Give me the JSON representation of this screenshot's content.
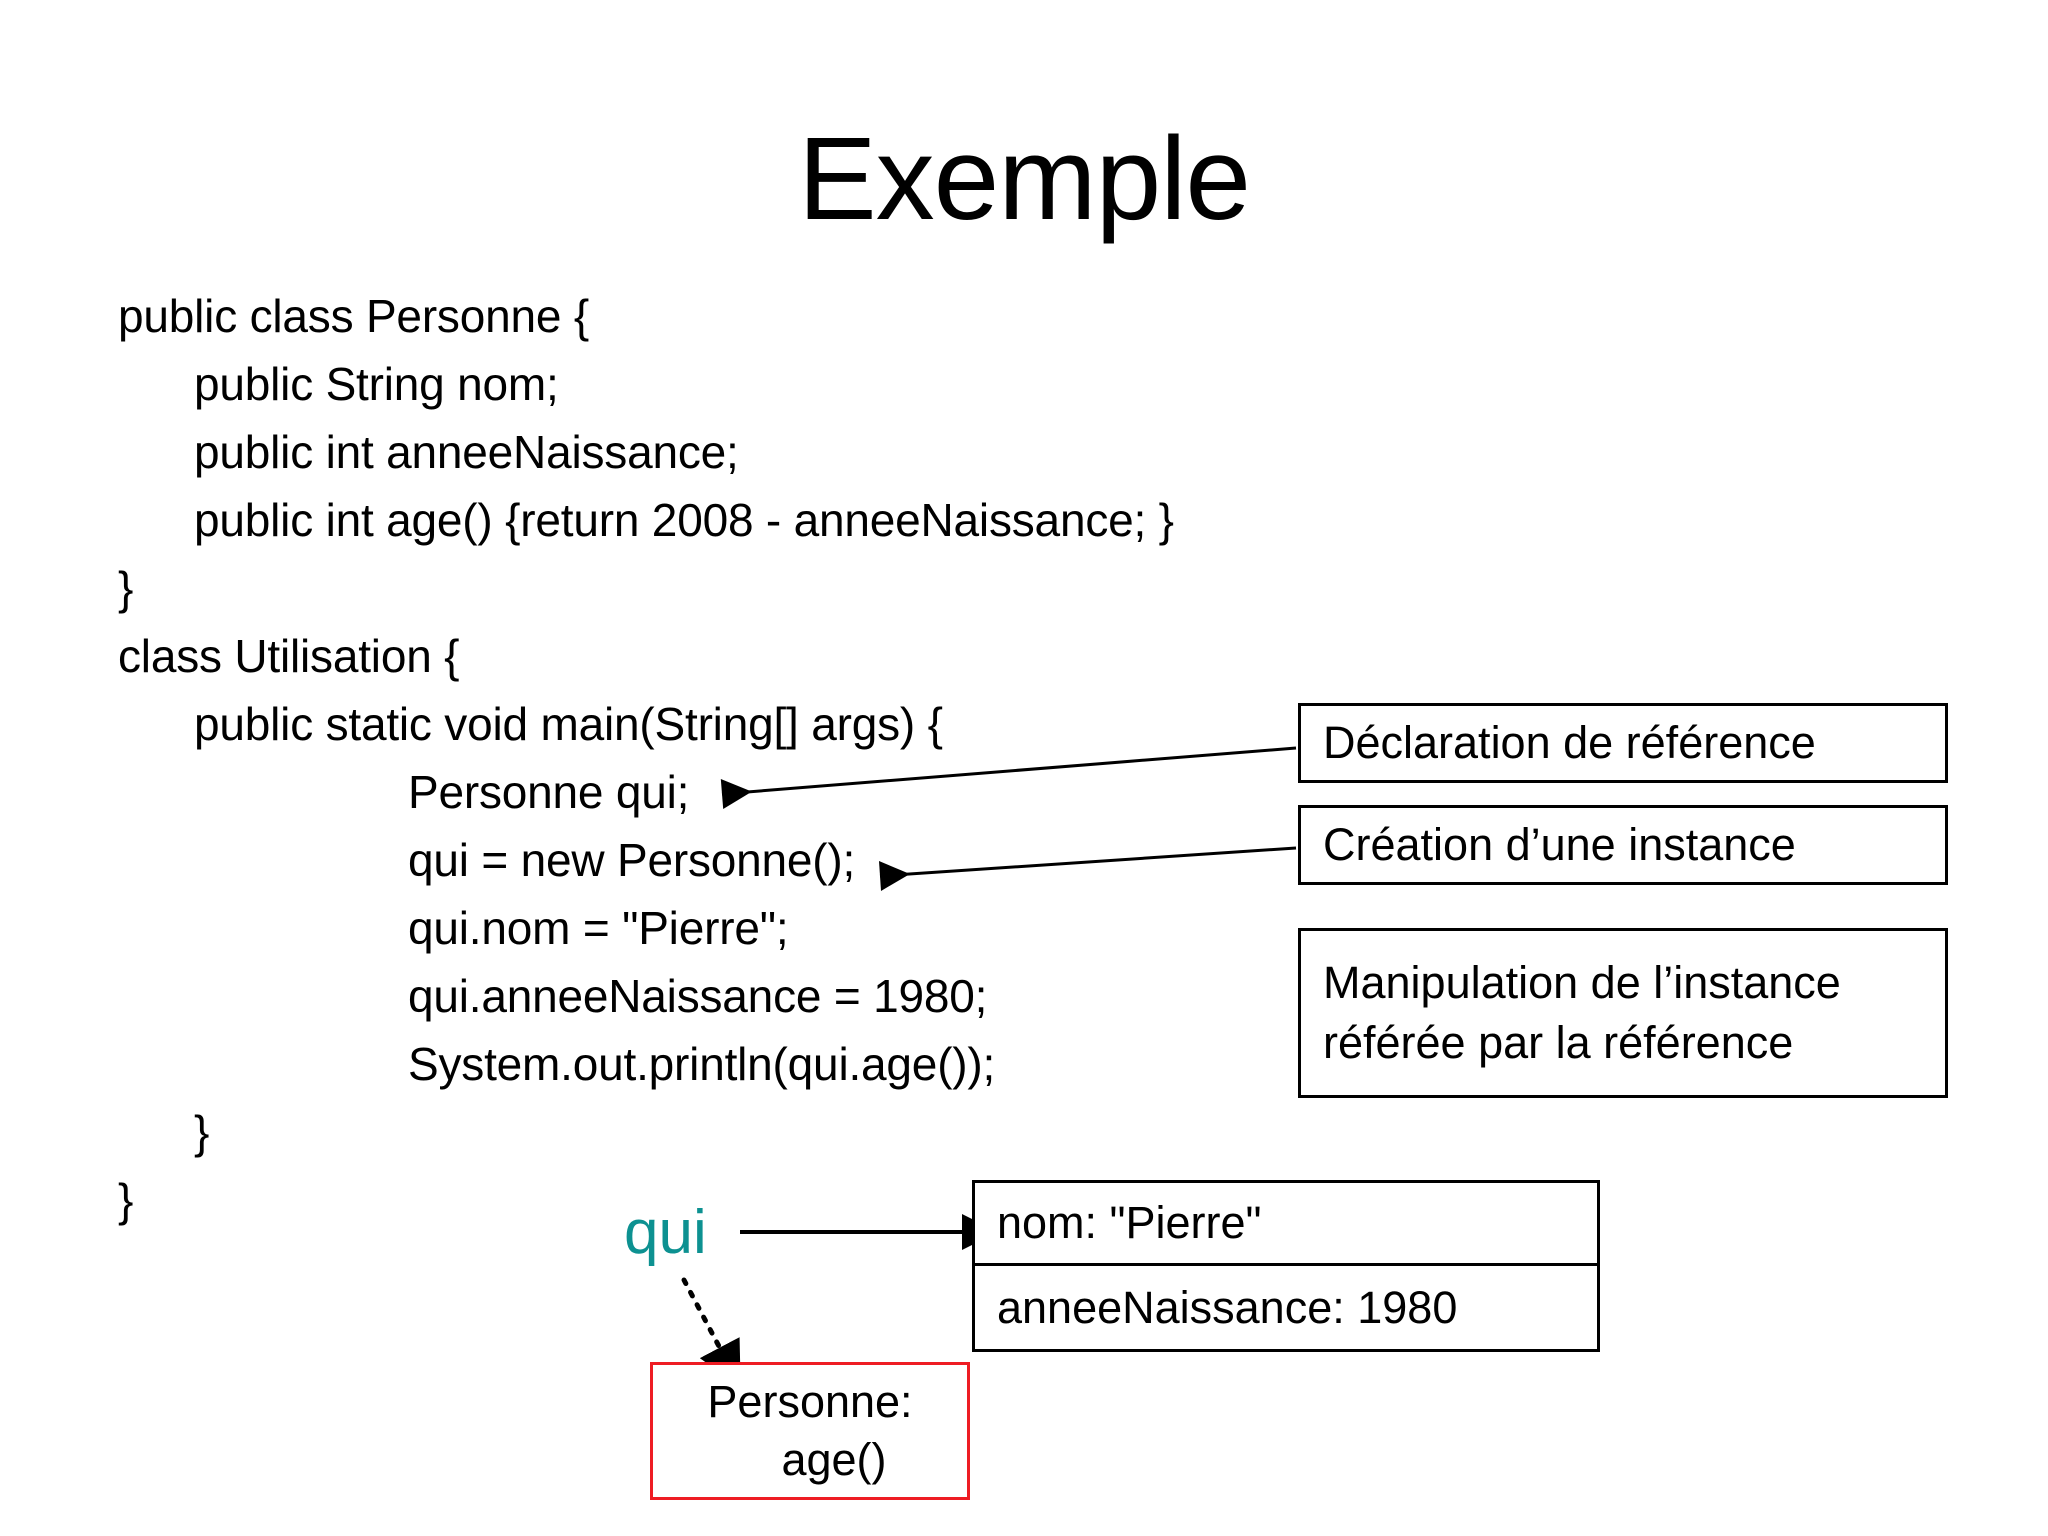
{
  "slide": {
    "title": "Exemple",
    "background_color": "#ffffff",
    "text_color": "#000000"
  },
  "code": {
    "lines": [
      {
        "indent": 0,
        "text": "public class Personne {"
      },
      {
        "indent": 1,
        "text": "public String nom;"
      },
      {
        "indent": 1,
        "text": "public int anneeNaissance;"
      },
      {
        "indent": 1,
        "text": "public int age() {return 2008 - anneeNaissance; }"
      },
      {
        "indent": 0,
        "text": "}"
      },
      {
        "indent": 0,
        "text": "class Utilisation {"
      },
      {
        "indent": 1,
        "text": "public static void main(String[] args) {"
      },
      {
        "indent": 2,
        "text": "Personne qui;"
      },
      {
        "indent": 2,
        "text": "qui = new Personne();"
      },
      {
        "indent": 2,
        "text": "qui.nom = \"Pierre\";"
      },
      {
        "indent": 2,
        "text": "qui.anneeNaissance = 1980;"
      },
      {
        "indent": 2,
        "text": "System.out.println(qui.age());"
      },
      {
        "indent": 1,
        "text": "}"
      },
      {
        "indent": 0,
        "text": "}"
      }
    ]
  },
  "callouts": [
    {
      "id": "declaration",
      "text": "Déclaration de référence"
    },
    {
      "id": "creation",
      "text": "Création d’une instance"
    },
    {
      "id": "manipulation_line1",
      "text": "Manipulation de l’instance"
    },
    {
      "id": "manipulation_line2",
      "text": "référée par la référence"
    }
  ],
  "diagram": {
    "reference_label": "qui",
    "reference_label_color": "#0d9191",
    "object_box": {
      "border_color": "#000000",
      "fields": [
        "nom: \"Pierre\"",
        "anneeNaissance: 1980"
      ]
    },
    "class_box": {
      "border_color": "#ee1c23",
      "name": "Personne:",
      "method": "age()"
    },
    "arrows": {
      "reference_to_object": "solid-arrow",
      "reference_to_class": "dotted-arrow"
    }
  }
}
